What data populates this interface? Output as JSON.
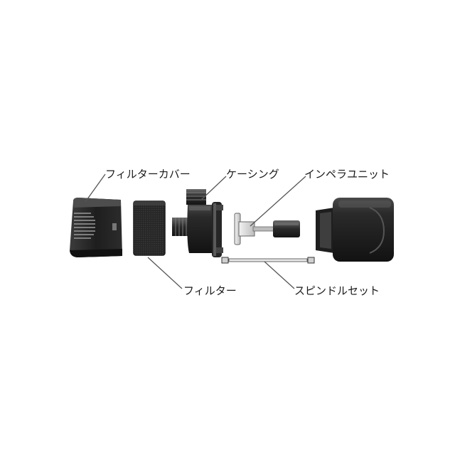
{
  "labels": {
    "filter_cover": "フィルターカバー",
    "casing": "ケーシング",
    "impeller_unit": "インペラユニット",
    "filter": "フィルター",
    "spindle_set": "スピンドルセット"
  },
  "colors": {
    "body_dark": "#1c1c1c",
    "body_mid": "#3a3a3a",
    "highlight": "#8a8a8a",
    "impeller": "#d9d9d9",
    "filter": "#2a2a2a",
    "leader": "#555555"
  }
}
